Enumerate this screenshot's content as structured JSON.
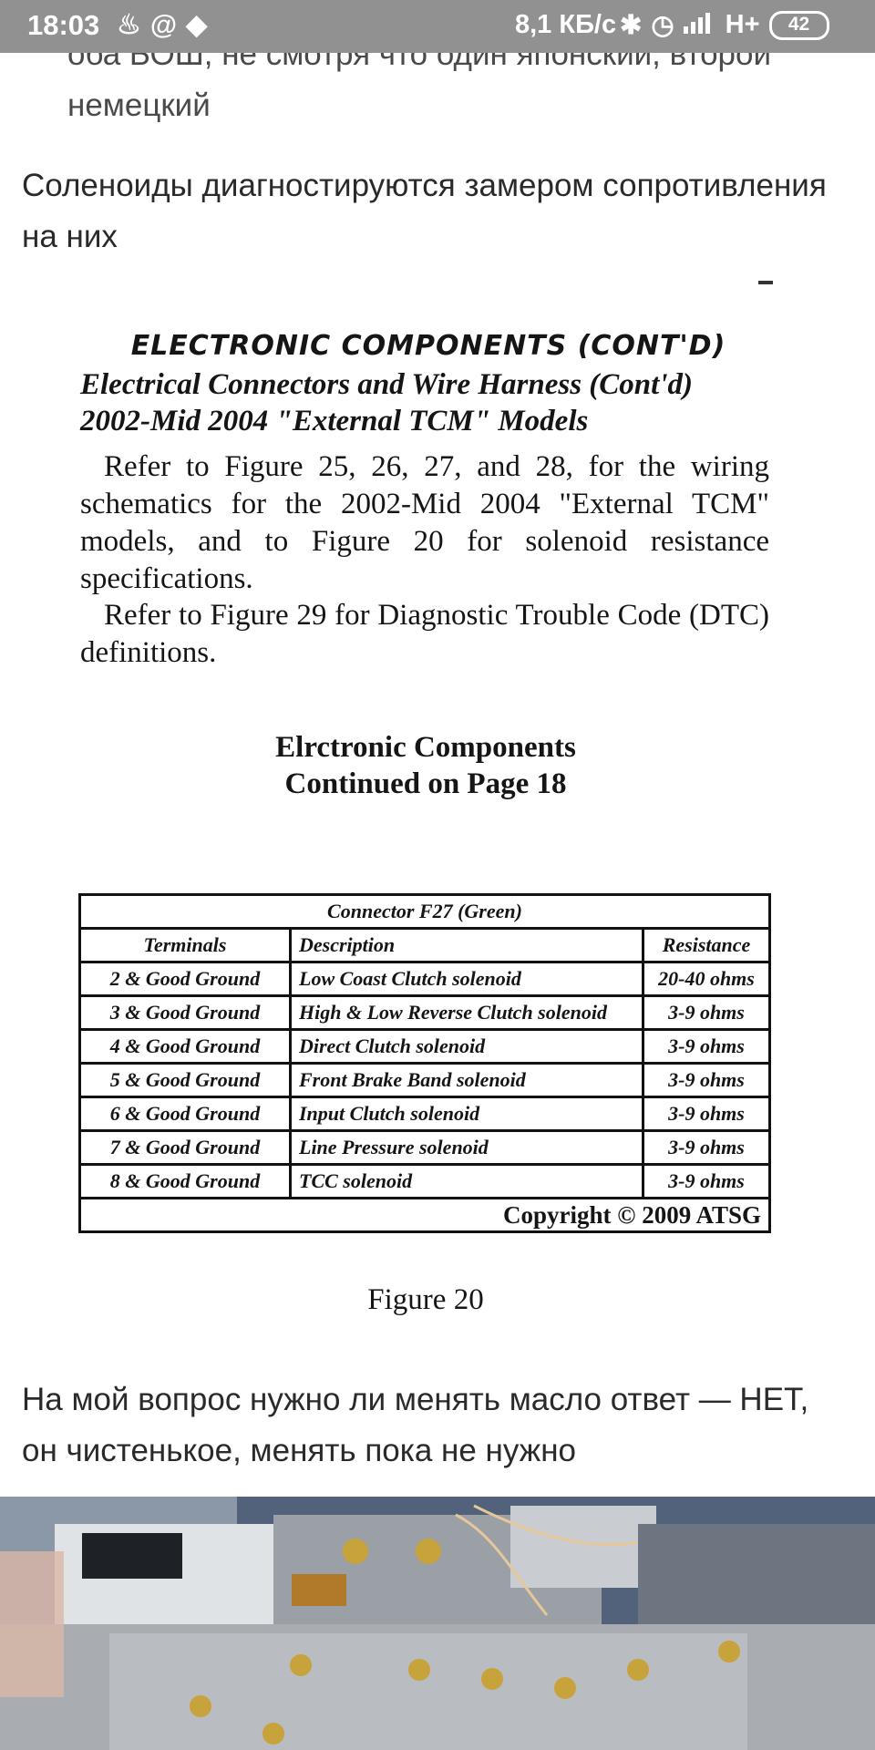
{
  "status_bar": {
    "time": "18:03",
    "left_icons": [
      "notification-icon",
      "at-icon",
      "maps-icon"
    ],
    "speed": "8,1 КБ/с",
    "right_icons": [
      "bluetooth-icon",
      "alarm-icon",
      "signal-icon"
    ],
    "network": "H+",
    "battery": "42"
  },
  "article": {
    "bullet_continuation": "оба БОШ, не смотря что один японский, второй немецкий",
    "para1": "Соленоиды диагностируются замером сопротивления на них",
    "para2": "На мой вопрос нужно ли менять масло ответ — НЕТ, он чистенькое, менять пока не нужно"
  },
  "document": {
    "heading": "ELECTRONIC COMPONENTS (CONT'D)",
    "subheading1": "Electrical Connectors and Wire Harness (Cont'd)",
    "subheading2": "2002-Mid 2004 \"External TCM\" Models",
    "body1": "Refer to Figure 25, 26, 27, and 28, for the wiring schematics for the 2002-Mid 2004 \"External TCM\" models, and to Figure 20 for solenoid resistance specifications.",
    "body2": "Refer to Figure 29 for Diagnostic Trouble Code (DTC) definitions.",
    "continued_line1": "Elrctronic Components",
    "continued_line2": "Continued on Page 18",
    "table": {
      "title": "Connector F27  (Green)",
      "headers": [
        "Terminals",
        "Description",
        "Resistance"
      ],
      "rows": [
        [
          "2 & Good Ground",
          "Low Coast Clutch solenoid",
          "20-40 ohms"
        ],
        [
          "3 & Good Ground",
          "High & Low Reverse Clutch solenoid",
          "3-9 ohms"
        ],
        [
          "4 & Good Ground",
          "Direct Clutch solenoid",
          "3-9 ohms"
        ],
        [
          "5 & Good Ground",
          "Front Brake Band solenoid",
          "3-9 ohms"
        ],
        [
          "6 & Good Ground",
          "Input Clutch solenoid",
          "3-9 ohms"
        ],
        [
          "7 & Good Ground",
          "Line Pressure solenoid",
          "3-9 ohms"
        ],
        [
          "8 & Good Ground",
          "TCC solenoid",
          "3-9 ohms"
        ]
      ],
      "copyright": "Copyright © 2009 ATSG"
    },
    "figure_caption": "Figure 20"
  }
}
